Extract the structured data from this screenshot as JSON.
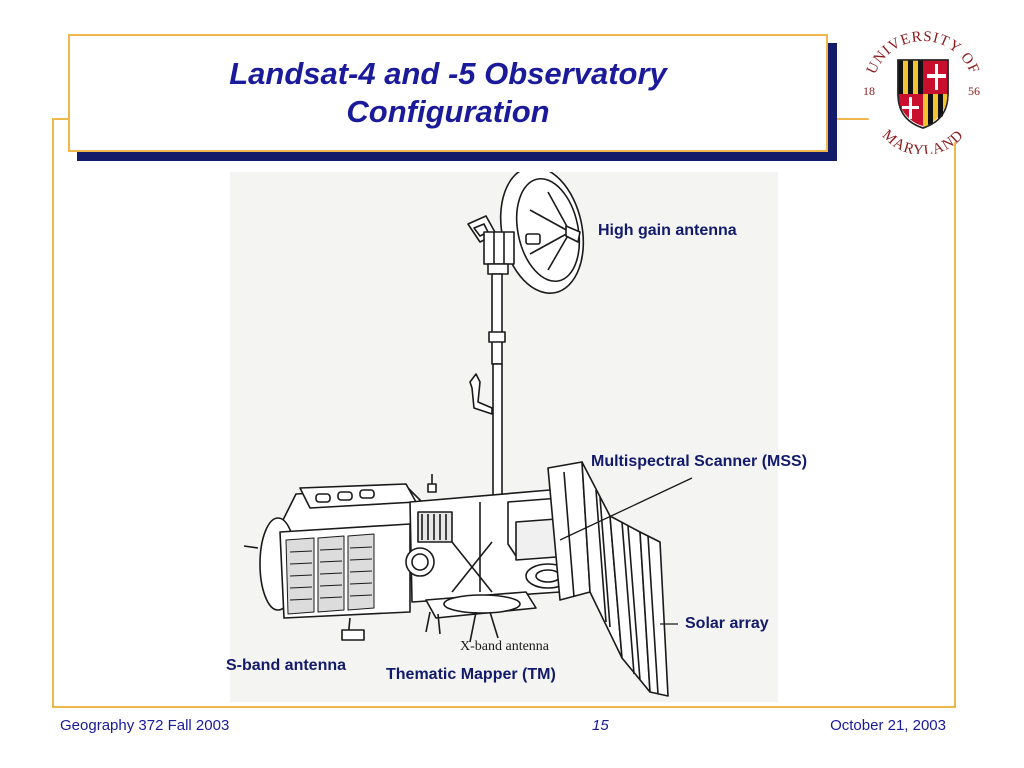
{
  "slide": {
    "title_line1": "Landsat-4 and -5 Observatory",
    "title_line2": "Configuration"
  },
  "logo": {
    "top_text": "UNIVERSITY OF",
    "bottom_text": "MARYLAND",
    "year_left": "18",
    "year_right": "56"
  },
  "diagram": {
    "xband_text": "X-band antenna",
    "labels": {
      "high_gain": "High gain antenna",
      "mss": "Multispectral Scanner (MSS)",
      "solar": "Solar array",
      "sband": "S-band antenna",
      "tm": "Thematic Mapper (TM)"
    }
  },
  "footer": {
    "course": "Geography  372 Fall 2003",
    "page": "15",
    "date": "October 21, 2003"
  },
  "colors": {
    "title_text": "#1a1a9a",
    "gold_border": "#f0b84a",
    "title_shadow": "#141c6a",
    "maryland_red": "#c8102e",
    "maryland_gold": "#f4c430"
  }
}
